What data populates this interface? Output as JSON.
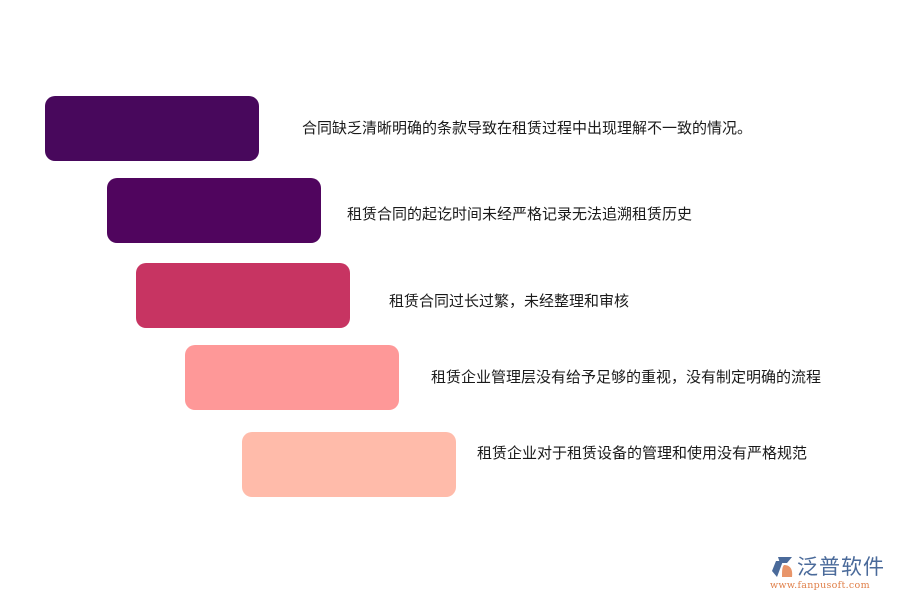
{
  "diagram": {
    "type": "staggered-list",
    "items": [
      {
        "text": "合同缺乏清晰明确的条款导致在租赁过程中出现理解不一致的情况。",
        "color": "#48085c"
      },
      {
        "text": "租赁合同的起讫时间未经严格记录无法追溯租赁历史",
        "color": "#50055e"
      },
      {
        "text": "租赁合同过长过繁，未经整理和审核",
        "color": "#c73462"
      },
      {
        "text": "租赁企业管理层没有给予足够的重视，没有制定明确的流程",
        "color": "#fe9898"
      },
      {
        "text": "租赁企业对于租赁设备的管理和使用没有严格规范",
        "color": "#ffbbaa"
      }
    ]
  },
  "logo": {
    "name": "泛普软件",
    "url": "www.fanpusoft.com"
  }
}
